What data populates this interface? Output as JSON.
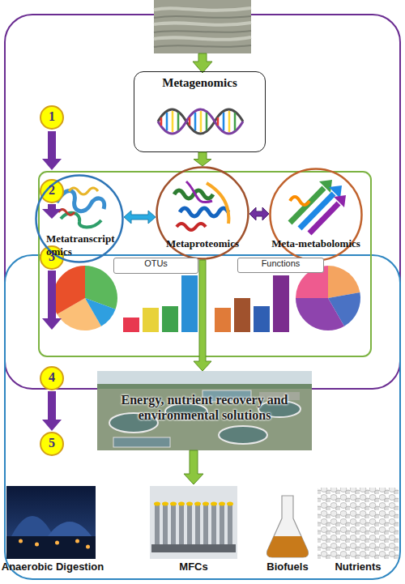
{
  "diagram": {
    "nodes": [
      {
        "text": [
          "Metagenomics"
        ]
      },
      {
        "text": [
          "Metatranscript omics"
        ]
      },
      {
        "text": [
          "Metaproteomics"
        ]
      },
      {
        "text": [
          "Meta-metabolomics"
        ]
      },
      {
        "text": [
          "OTUs"
        ]
      },
      {
        "text": [
          "Functions"
        ]
      },
      {
        "text": [
          "Energy, nutrient recovery and environmental solutions"
        ]
      },
      {
        "text": [
          "Anaerobic Digestion"
        ]
      },
      {
        "text": [
          "MFCs"
        ]
      },
      {
        "text": [
          "Biofuels"
        ]
      },
      {
        "text": [
          "Nutrients"
        ]
      }
    ],
    "edges": [
      {
        "from": 0,
        "to": 2,
        "arrow": "to"
      },
      {
        "from": 1,
        "to": 2,
        "arrow": "both"
      },
      {
        "from": 2,
        "to": 3,
        "arrow": "both"
      },
      {
        "from": 2,
        "to": 6,
        "arrow": "to"
      },
      {
        "from": 6,
        "to": 8,
        "arrow": "to"
      }
    ],
    "labels": [
      "1",
      "2",
      "3",
      "4",
      "5"
    ]
  }
}
